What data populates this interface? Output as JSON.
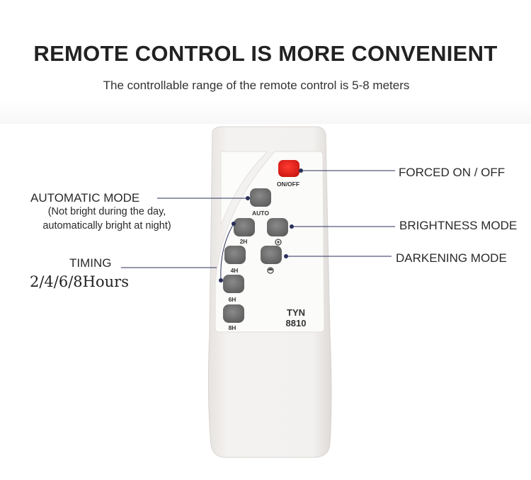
{
  "header": {
    "title": "REMOTE CONTROL IS MORE CONVENIENT",
    "subtitle": "The controllable range of the remote control is 5-8 meters"
  },
  "remote": {
    "model_line1": "TYN",
    "model_line2": "8810",
    "buttons": {
      "power": "ON/OFF",
      "auto": "AUTO",
      "t2h": "2H",
      "t4h": "4H",
      "t6h": "6H",
      "t8h": "8H"
    },
    "colors": {
      "power_button": "#e8201f",
      "gray_button": "#6e6e6e",
      "body": "#f2f0ee"
    }
  },
  "callouts": {
    "forced": "FORCED ON / OFF",
    "brightness": "BRIGHTNESS MODE",
    "darkening": "DARKENING MODE",
    "automatic": "AUTOMATIC MODE",
    "automatic_note_1": "(Not bright during the day,",
    "automatic_note_2": "automatically bright at night)",
    "timing": "TIMING",
    "timing_values": "2/4/6/8Hours"
  }
}
